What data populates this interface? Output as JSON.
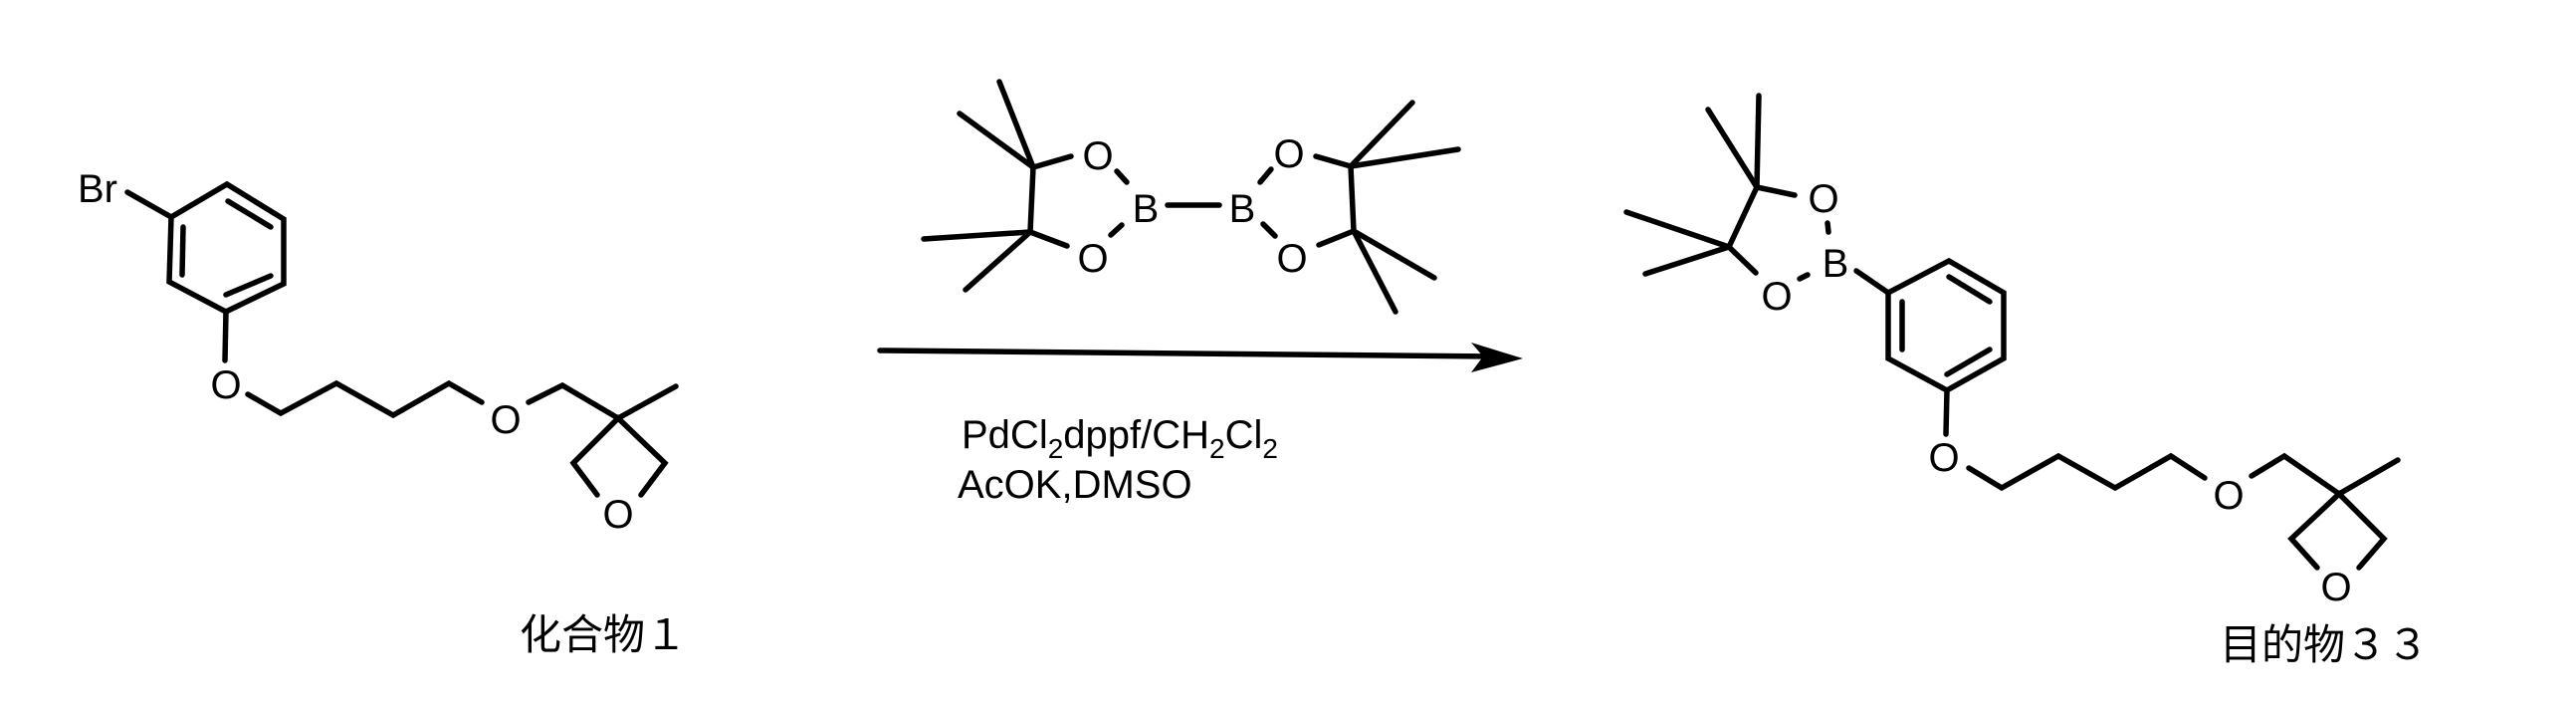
{
  "scheme": {
    "type": "chemical-reaction-scheme",
    "colors": {
      "ink": "#000000",
      "background": "#ffffff"
    },
    "starting_material": {
      "label": "化合物１",
      "name_hint": "1-bromo-3-[4-((3-methyloxetan-3-yl)methoxy)butoxy]benzene",
      "atoms": {
        "br": "Br",
        "o_aryl_ether": "O",
        "o_alkyl_ether": "O",
        "o_oxetane": "O"
      }
    },
    "reagent_above_arrow": {
      "name_hint": "bis(pinacolato)diboron",
      "atoms": {
        "b1": "B",
        "b2": "B",
        "o1": "O",
        "o2": "O",
        "o3": "O",
        "o4": "O"
      }
    },
    "conditions": {
      "line1": {
        "a": "PdCl",
        "a_sub": "2",
        "b": "dppf/CH",
        "b_sub": "2",
        "c": "Cl",
        "c_sub": "2"
      },
      "line2": "AcOK,DMSO"
    },
    "product": {
      "label": "目的物３３",
      "atoms": {
        "b": "B",
        "o_pin_top": "O",
        "o_pin_bottom": "O",
        "o_aryl_ether": "O",
        "o_alkyl_ether": "O",
        "o_oxetane": "O"
      }
    }
  }
}
